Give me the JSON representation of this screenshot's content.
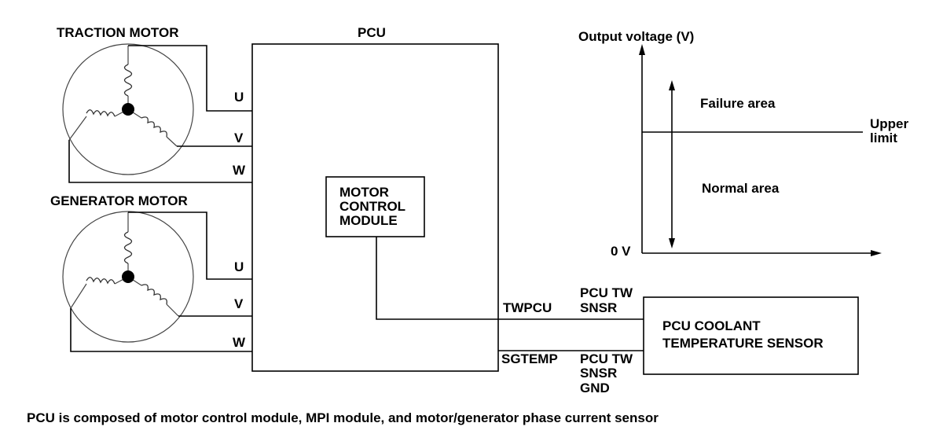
{
  "labels": {
    "traction_motor": "TRACTION MOTOR",
    "generator_motor": "GENERATOR MOTOR",
    "pcu": "PCU",
    "motor_control_module": [
      "MOTOR",
      "CONTROL",
      "MODULE"
    ],
    "phase_u": "U",
    "phase_v": "V",
    "phase_w": "W",
    "twpcu": "TWPCU",
    "sgtemp": "SGTEMP",
    "pcu_tw_snsr": [
      "PCU TW",
      "SNSR"
    ],
    "pcu_tw_snsr_gnd": [
      "PCU TW",
      "SNSR",
      "GND"
    ],
    "coolant_sensor": [
      "PCU COOLANT",
      "TEMPERATURE SENSOR"
    ]
  },
  "graph": {
    "y_axis_label": "Output voltage (V)",
    "zero_label": "0 V",
    "upper_limit": [
      "Upper",
      "limit"
    ],
    "failure_area": "Failure area",
    "normal_area": "Normal area"
  },
  "caption": "PCU is composed of motor control module, MPI module, and motor/generator phase current sensor"
}
